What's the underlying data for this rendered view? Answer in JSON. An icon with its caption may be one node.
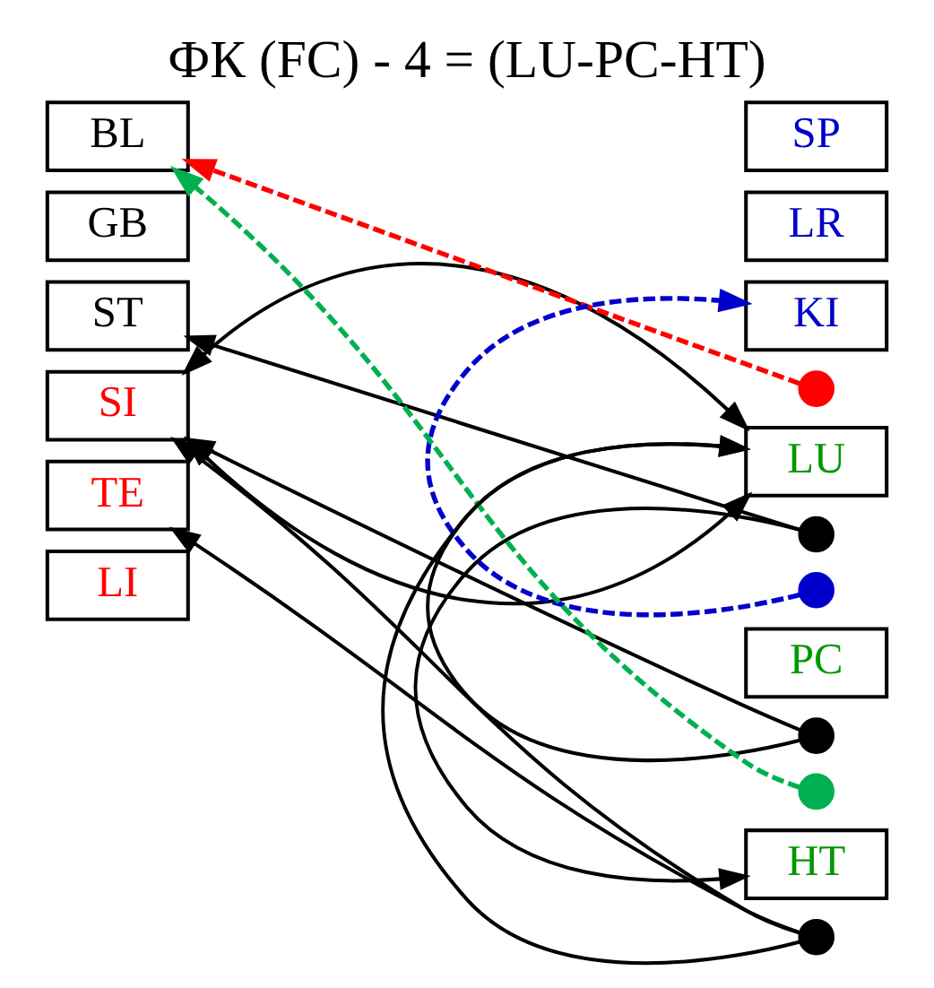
{
  "diagram": {
    "title": "ФК (FC) - 4 = (LU-PC-HT)",
    "nodes": [
      {
        "text": [
          "BL"
        ]
      },
      {
        "text": [
          "GB"
        ]
      },
      {
        "text": [
          "ST"
        ]
      },
      {
        "text": [
          "SI"
        ]
      },
      {
        "text": [
          "TE"
        ]
      },
      {
        "text": [
          "LI"
        ]
      },
      {
        "text": [
          "SP"
        ]
      },
      {
        "text": [
          "LR"
        ]
      },
      {
        "text": [
          "KI"
        ]
      },
      {
        "text": [
          "LU"
        ]
      },
      {
        "text": [
          "PC"
        ]
      },
      {
        "text": [
          "HT"
        ]
      },
      {
        "text": [],
        "shape": "circle"
      },
      {
        "text": [],
        "shape": "circle"
      },
      {
        "text": [],
        "shape": "circle"
      },
      {
        "text": [],
        "shape": "circle"
      },
      {
        "text": [],
        "shape": "circle"
      },
      {
        "text": [],
        "shape": "circle"
      }
    ],
    "edges": [
      {
        "from": 12,
        "to": 0,
        "arrow": "to",
        "style": "dashed",
        "color": "#ff0000"
      },
      {
        "from": 16,
        "to": 0,
        "arrow": "to",
        "style": "dashed",
        "color": "#00b050"
      },
      {
        "from": 14,
        "to": 8,
        "arrow": "to",
        "style": "dashed",
        "color": "#0000cc"
      },
      {
        "from": 13,
        "to": 2,
        "arrow": "to"
      },
      {
        "from": 13,
        "to": 11,
        "arrow": "to"
      },
      {
        "from": 3,
        "to": 9,
        "arrow": "both"
      },
      {
        "from": 3,
        "to": 9,
        "arrow": "both"
      },
      {
        "from": 15,
        "to": 3,
        "arrow": "to"
      },
      {
        "from": 15,
        "to": 9,
        "arrow": "to"
      },
      {
        "from": 17,
        "to": 4,
        "arrow": "to"
      },
      {
        "from": 17,
        "to": 3,
        "arrow": "to"
      },
      {
        "from": 17,
        "to": 9,
        "arrow": "to"
      }
    ]
  }
}
